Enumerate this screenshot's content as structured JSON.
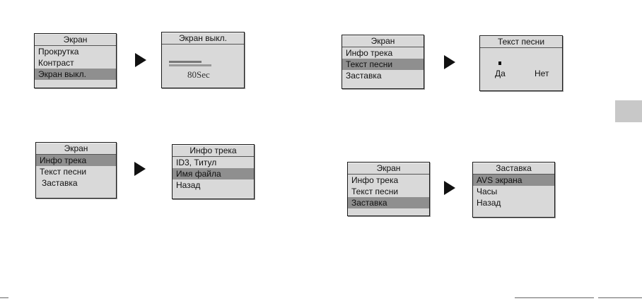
{
  "s1_menu": {
    "title": "Экран",
    "items": [
      "Прокрутка",
      "Контраст",
      "Экран выкл."
    ]
  },
  "s1_result": {
    "title": "Экран выкл.",
    "value": "80Sec"
  },
  "s2_menu": {
    "title": "Экран",
    "items": [
      "Инфо трека",
      "Текст песни",
      "Заставка"
    ]
  },
  "s2_result": {
    "title": "Текст песни",
    "yes": "Да",
    "no": "Нет"
  },
  "s3_menu": {
    "title": "Экран",
    "items": [
      "Инфо трека",
      "Текст песни",
      "Заставка"
    ]
  },
  "s3_result": {
    "title": "Инфо трека",
    "items": [
      "ID3, Титул",
      "Имя файла",
      "Назад"
    ]
  },
  "s4_menu": {
    "title": "Экран",
    "items": [
      "Инфо трека",
      "Текст песни",
      "Заставка"
    ]
  },
  "s4_result": {
    "title": "Заставка",
    "items": [
      "AVS экрана",
      "Часы",
      "Назад"
    ]
  }
}
